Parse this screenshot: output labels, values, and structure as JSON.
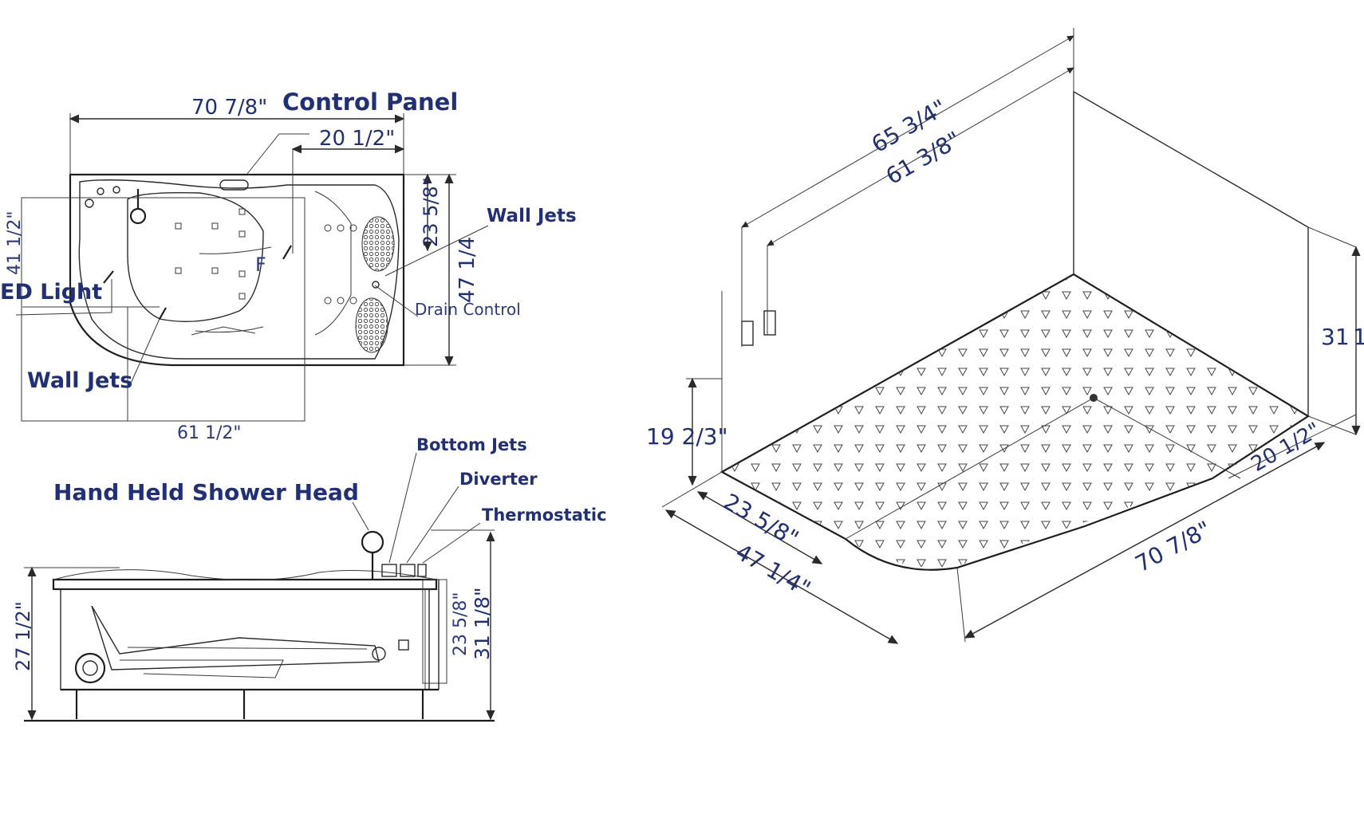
{
  "top_view": {
    "control_panel": "Control Panel",
    "width": "70 7/8\"",
    "panel_offset": "20 1/2\"",
    "depth_small": "23 5/8\"",
    "depth_total": "47 1/4",
    "inner_depth": "41 1/2\"",
    "inner_width": "61 1/2\"",
    "wall_jets_right": "Wall Jets",
    "wall_jets_left": "Wall Jets",
    "led_light": "ED Light",
    "drain_control": "Drain Control"
  },
  "side_view": {
    "hand_shower": "Hand Held Shower Head",
    "bottom_jets": "Bottom Jets",
    "diverter": "Diverter",
    "thermostatic": "Thermostatic",
    "height_left": "27 1/2\"",
    "height_inner": "23 5/8\"",
    "height_total": "31 1/8\""
  },
  "iso_view": {
    "top_long": "65 3/4\"",
    "top_short": "61 3/8\"",
    "wall_height": "31",
    "wall_height_cut": "1",
    "left_height": "19 2/3\"",
    "right_offset": "20 1/2\"",
    "front_small": "23 5/8\"",
    "front_total": "47 1/4\"",
    "length": "70 7/8\""
  }
}
